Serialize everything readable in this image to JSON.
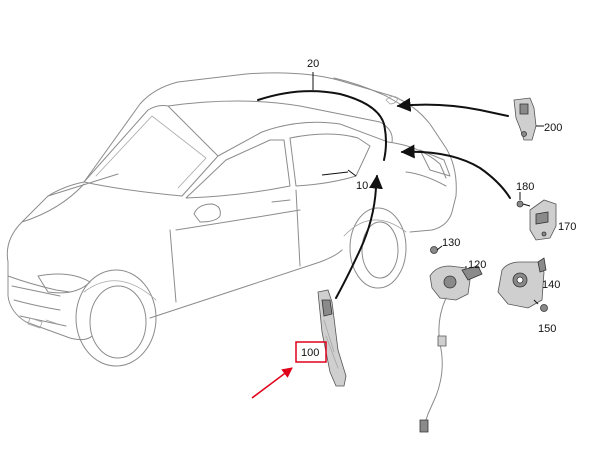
{
  "callouts": {
    "c20": "20",
    "c200": "200",
    "c10": "10",
    "c180": "180",
    "c170": "170",
    "c130": "130",
    "c120": "120",
    "c140": "140",
    "c150": "150",
    "c100": "100"
  },
  "colors": {
    "highlight": "#e0001a",
    "outline": "#8c8c8c",
    "leader": "#111111"
  }
}
